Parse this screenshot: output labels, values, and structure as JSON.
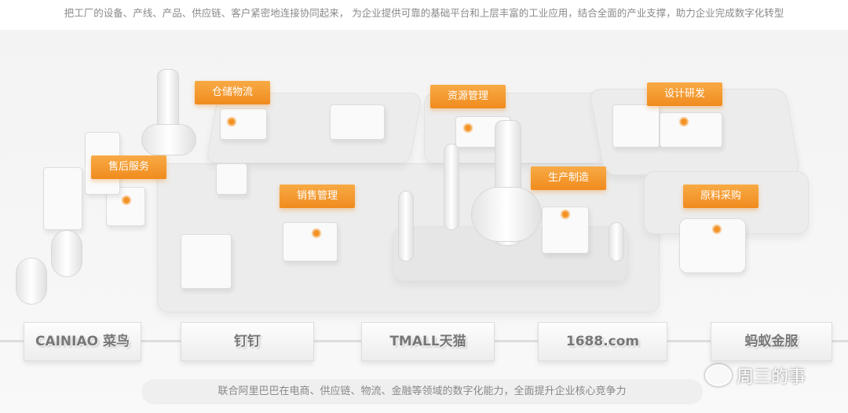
{
  "header": {
    "description": "把工厂的设备、产线、产品、供应链、客户紧密地连接协同起来， 为企业提供可靠的基础平台和上层丰富的工业应用，结合全面的产业支撑，助力企业完成数字化转型"
  },
  "modules": [
    {
      "label": "仓储物流"
    },
    {
      "label": "资源管理"
    },
    {
      "label": "设计研发"
    },
    {
      "label": "售后服务"
    },
    {
      "label": "销售管理"
    },
    {
      "label": "生产制造"
    },
    {
      "label": "原料采购"
    }
  ],
  "partners": [
    {
      "label": "CAINIAO 菜鸟"
    },
    {
      "label": "钉钉"
    },
    {
      "label": "TMALL天猫"
    },
    {
      "label": "1688.com"
    },
    {
      "label": "蚂蚁金服"
    }
  ],
  "footer": {
    "description": "联合阿里巴巴在电商、供应链、物流、金融等领域的数字化能力，全面提升企业核心竞争力"
  },
  "watermark": {
    "text": "周三的事"
  },
  "colors": {
    "accent": "#f39222"
  }
}
